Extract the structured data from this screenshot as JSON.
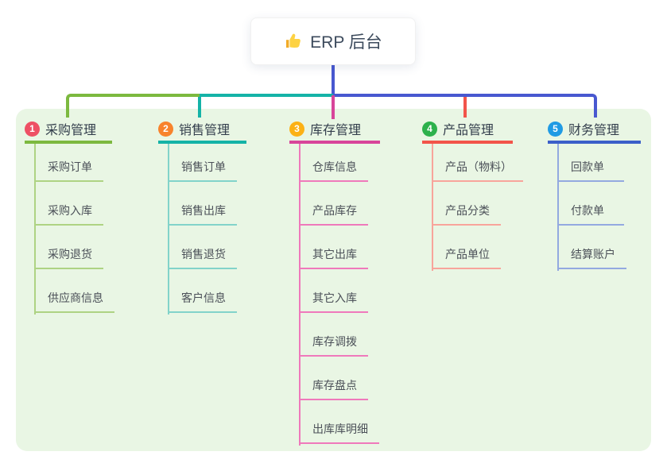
{
  "root_node": {
    "label": "ERP 后台",
    "icon": "thumbs-up-icon"
  },
  "colors": {
    "panel_bg": "#e9f6e4",
    "trunk_blue": "#4858d0",
    "card_bg": "#ffffff",
    "title_text": "#3c4a5c",
    "header_text": "#333e4c",
    "item_text": "#4b5058"
  },
  "branches": [
    {
      "number": "1",
      "title": "采购管理",
      "accent": "#7cb93f",
      "line_light": "#aed383",
      "badge_bg": "#ee5064",
      "items": [
        "采购订单",
        "采购入库",
        "采购退货",
        "供应商信息"
      ]
    },
    {
      "number": "2",
      "title": "销售管理",
      "accent": "#14b3a7",
      "line_light": "#82d3ca",
      "badge_bg": "#f8832c",
      "items": [
        "销售订单",
        "销售出库",
        "销售退货",
        "客户信息"
      ]
    },
    {
      "number": "3",
      "title": "库存管理",
      "accent": "#d8459a",
      "line_light": "#ef79bb",
      "badge_bg": "#fcb115",
      "items": [
        "仓库信息",
        "产品库存",
        "其它出库",
        "其它入库",
        "库存调拨",
        "库存盘点",
        "出库库明细"
      ]
    },
    {
      "number": "4",
      "title": "产品管理",
      "accent": "#f2544a",
      "line_light": "#f8a49b",
      "badge_bg": "#2db14c",
      "items": [
        "产品（物料）",
        "产品分类",
        "产品单位"
      ]
    },
    {
      "number": "5",
      "title": "财务管理",
      "accent": "#3b5fc9",
      "line_light": "#93a9e0",
      "badge_bg": "#209be4",
      "items": [
        "回款单",
        "付款单",
        "结算账户"
      ]
    }
  ]
}
